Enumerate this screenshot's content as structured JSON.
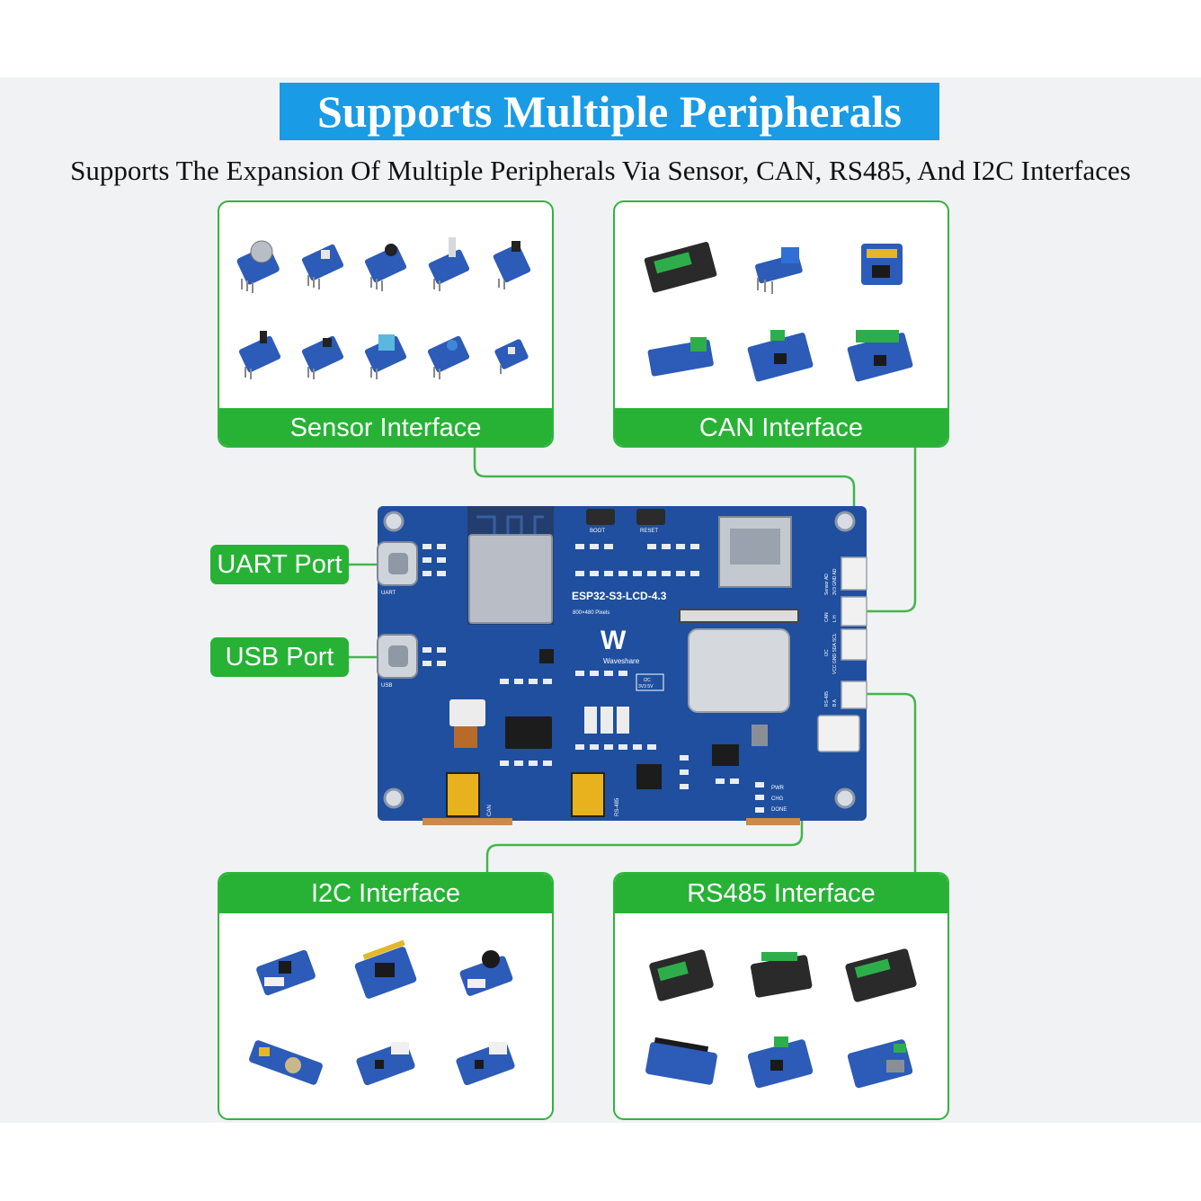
{
  "header": {
    "title": "Supports Multiple Peripherals",
    "subtitle": "Supports The Expansion Of Multiple Peripherals Via Sensor, CAN, RS485, And I2C Interfaces"
  },
  "panels": {
    "sensor": {
      "label": "Sensor Interface",
      "item_count": 10
    },
    "can": {
      "label": "CAN Interface",
      "item_count": 6
    },
    "i2c": {
      "label": "I2C Interface",
      "item_count": 6
    },
    "rs485": {
      "label": "RS485 Interface",
      "item_count": 6
    }
  },
  "ports": {
    "uart": "UART Port",
    "usb": "USB Port"
  },
  "board": {
    "model": "ESP32-S3-LCD-4.3",
    "resolution": "800×480 Pixels",
    "brand": "Waveshare",
    "logo": "W",
    "silkscreen": {
      "boot": "BOOT",
      "reset": "RESET",
      "uart": "UART",
      "usb": "USB",
      "can": "CAN",
      "rs485": "RS-485",
      "pwr": "PWR",
      "chg": "CHG",
      "done": "DONE",
      "i2c_box": "I2C",
      "i2c_box_volt": "3V3 5V",
      "header_sensor": "Sensor AD",
      "header_sensor_pins": "3V3 GND AD",
      "header_can": "CAN",
      "header_can_pins": "L H",
      "header_i2c": "I2C",
      "header_i2c_pins": "VCC GND SDA SCL",
      "header_rs485": "RS-485",
      "header_rs485_pins": "B A"
    }
  },
  "colors": {
    "accent_blue": "#1a9be5",
    "accent_green": "#27b235",
    "board_blue": "#1f4f9e",
    "line_green": "#43b54c"
  }
}
